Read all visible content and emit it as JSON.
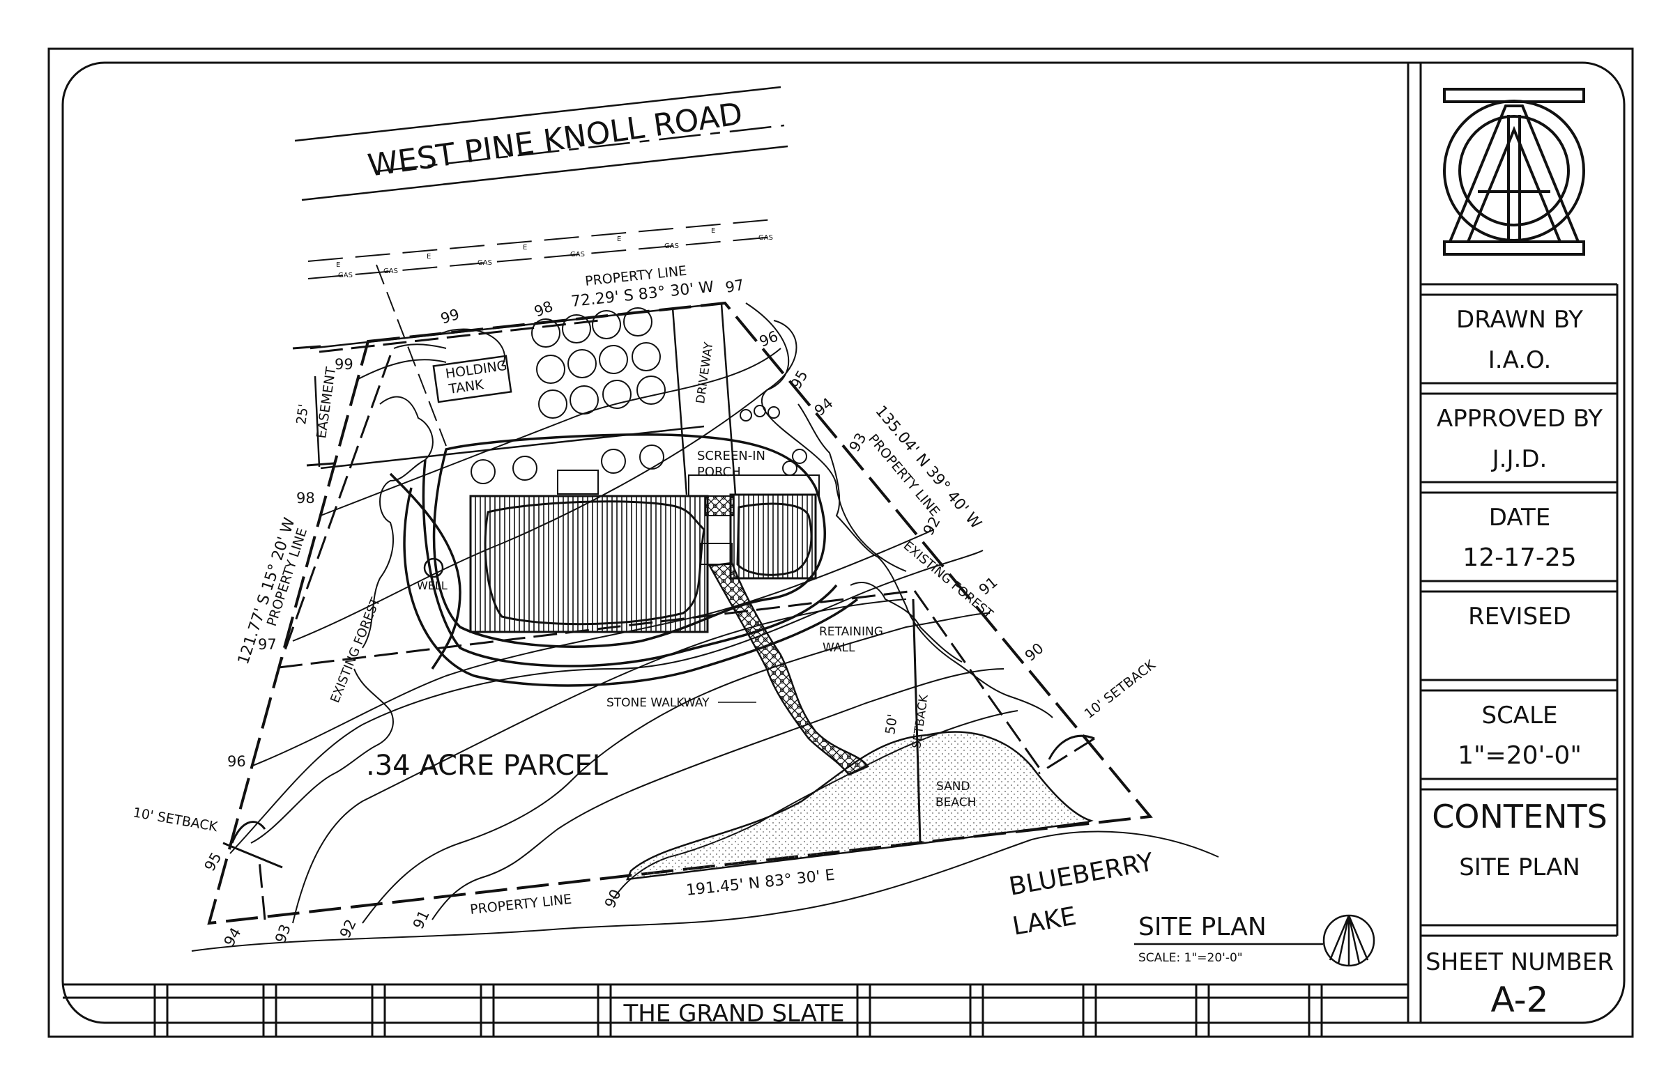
{
  "road_name": "WEST PINE KNOLL ROAD",
  "utility_labels": {
    "e": "E",
    "gas": "GAS"
  },
  "property_lines": {
    "north": {
      "label": "PROPERTY LINE",
      "bearing": "72.29' S 83° 30' W"
    },
    "east": {
      "bearing": "135.04' N 39° 40' W",
      "label": "PROPERTY LINE"
    },
    "west": {
      "bearing": "121.77' S 15° 20' W",
      "label": "PROPERTY LINE"
    },
    "south": {
      "bearing": "191.45' N 83° 30' E",
      "label": "PROPERTY LINE"
    }
  },
  "features": {
    "holding_tank": [
      "HOLDING",
      "TANK"
    ],
    "driveway": "DRIVEWAY",
    "screen_porch": [
      "SCREEN-IN",
      "PORCH"
    ],
    "easement": "EASEMENT",
    "easement_dim": "25'",
    "well": "WELL",
    "existing_forest": "EXISTING FOREST",
    "retaining_wall": [
      "RETAINING",
      "WALL"
    ],
    "stone_walkway": "STONE WALKWAY",
    "parcel": ".34 ACRE PARCEL",
    "setback_10": "10' SETBACK",
    "setback_50": "50'",
    "setback_word": "SETBACK",
    "sand_beach": [
      "SAND",
      "BEACH"
    ],
    "lake": [
      "BLUEBERRY",
      "LAKE"
    ]
  },
  "contours": [
    "99",
    "98",
    "97",
    "96",
    "95",
    "94",
    "93",
    "92",
    "91",
    "90"
  ],
  "drawing_title": {
    "title": "SITE PLAN",
    "scale": "SCALE: 1\"=20'-0\""
  },
  "title_block": {
    "drawn_by_label": "DRAWN BY",
    "drawn_by": "I.A.O.",
    "approved_by_label": "APPROVED BY",
    "approved_by": "J.J.D.",
    "date_label": "DATE",
    "date": "12-17-25",
    "revised_label": "REVISED",
    "scale_label": "SCALE",
    "scale": "1\"=20'-0\"",
    "contents_label": "CONTENTS",
    "contents": "SITE PLAN",
    "sheet_label": "SHEET NUMBER",
    "sheet": "A-2",
    "project_name": "THE GRAND SLATE"
  }
}
